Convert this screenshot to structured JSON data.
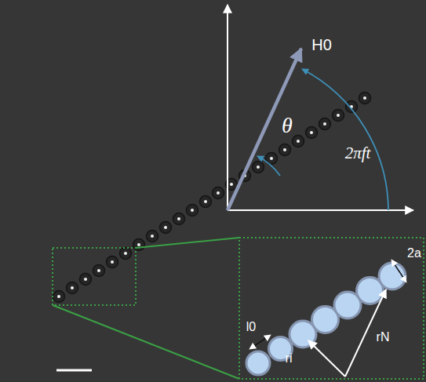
{
  "diagram": {
    "labels": [
      "H0",
      "θ",
      "2πft",
      "l0",
      "2a",
      "ri",
      "rN"
    ]
  }
}
